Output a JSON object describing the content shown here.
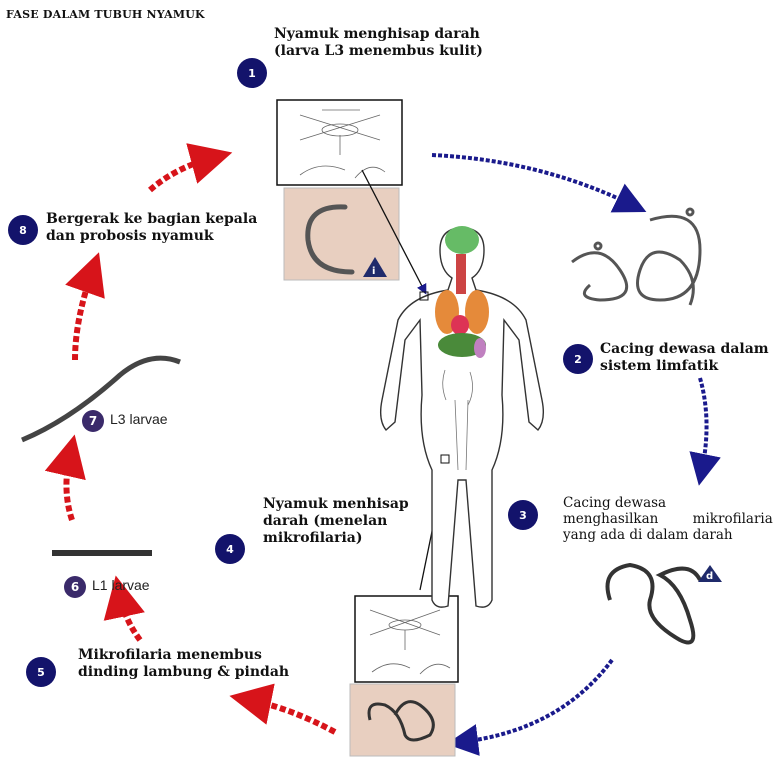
{
  "title": "FASE DALAM TUBUH NYAMUK",
  "steps": [
    {
      "num": "1",
      "text": [
        "Nyamuk menghisap darah",
        "(larva L3 menembus kulit)"
      ]
    },
    {
      "num": "2",
      "text": [
        "Cacing dewasa dalam",
        "sistem limfatik"
      ]
    },
    {
      "num": "3",
      "text": [
        "Cacing dewasa",
        "menghasilkan        mikrofilaria",
        "yang ada di dalam darah"
      ]
    },
    {
      "num": "4",
      "text": [
        "Nyamuk menhisap",
        "darah  (menelan",
        "mikrofilaria)"
      ]
    },
    {
      "num": "5",
      "text": [
        "Mikrofilaria menembus",
        "dinding lambung & pindah"
      ]
    },
    {
      "num": "8",
      "text": [
        "Bergerak ke bagian kepala",
        "dan probosis nyamuk"
      ]
    }
  ],
  "stages": [
    {
      "num": "7",
      "label": "L3 larvae"
    },
    {
      "num": "6",
      "label": "L1 larvae"
    }
  ],
  "markers": {
    "panel_top": "i",
    "worm_right": "d"
  },
  "colors": {
    "badge": "#13136b",
    "arrow_blue": "#1a1a8c",
    "arrow_red": "#d7141a"
  }
}
